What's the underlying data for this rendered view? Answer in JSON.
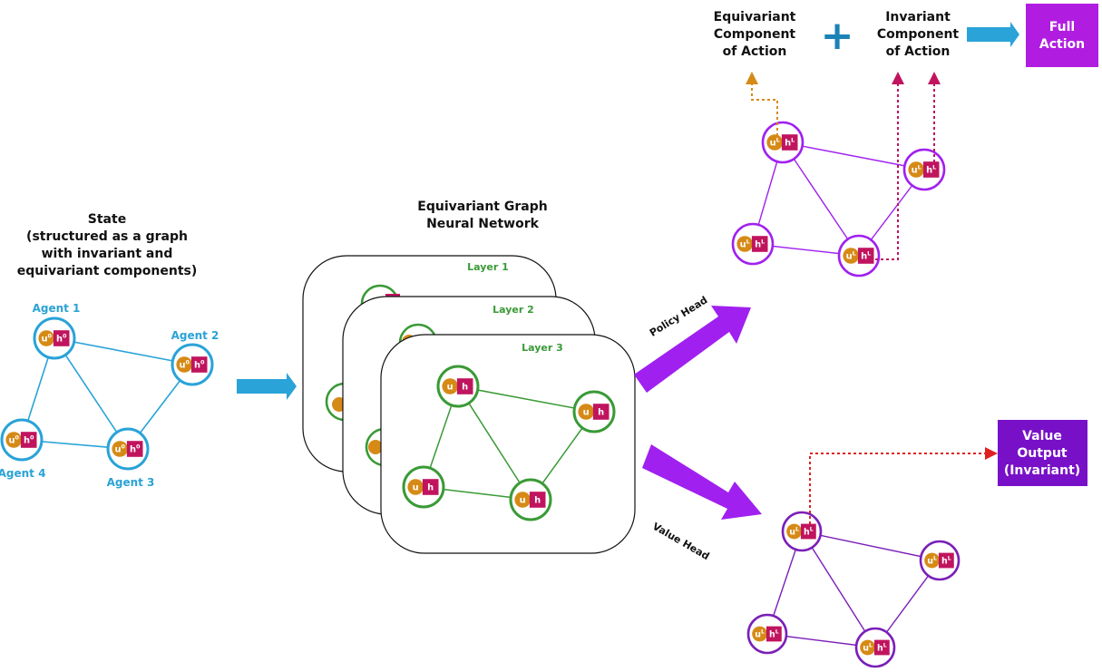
{
  "colors": {
    "blue": "#29a3d8",
    "green": "#3a9a36",
    "purple": "#a020f0",
    "purple_dark": "#7a1fb8",
    "orange": "#d68a16",
    "magenta": "#c0145e",
    "box_full_action": "#b01de0",
    "box_value": "#7810c8"
  },
  "state": {
    "title": [
      "State",
      "(structured as a graph",
      "with invariant and",
      "equivariant components)"
    ],
    "agents": [
      "Agent 1",
      "Agent 2",
      "Agent 3",
      "Agent 4"
    ],
    "u_label": "u",
    "u_sup": "0",
    "h_label": "h",
    "h_sup": "0"
  },
  "egnn": {
    "title": [
      "Equivariant Graph",
      "Neural Network"
    ],
    "layers": [
      "Layer 1",
      "Layer 2",
      "Layer 3"
    ],
    "u_label": "u",
    "h_label": "h"
  },
  "heads": {
    "policy": "Policy Head",
    "value": "Value Head"
  },
  "output_nodes": {
    "u_label": "u",
    "u_sup": "L",
    "h_label": "h",
    "h_sup": "L"
  },
  "action": {
    "equivariant": [
      "Equivariant",
      "Component",
      "of Action"
    ],
    "plus": "+",
    "invariant": [
      "Invariant",
      "Component",
      "of Action"
    ],
    "full": [
      "Full",
      "Action"
    ]
  },
  "value_output": [
    "Value",
    "Output",
    "(Invariant)"
  ]
}
